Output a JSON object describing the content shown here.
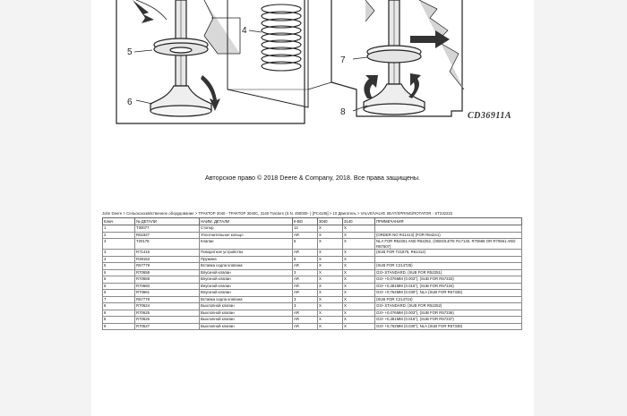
{
  "figure": {
    "callouts": [
      "5",
      "6",
      "4",
      "7",
      "8"
    ],
    "code": "CD36911A"
  },
  "copyright": "Авторское право © 2018 Deere & Company, 2018. Все права защищены.",
  "breadcrumb": "John Deere > Сельскохозяйственное оборудование > ТРАКТОР 3040 - ТРАКТОР 3040C, 3140 Tractors (S.N. 450000- ) [PC4106] > 10 Двигатель > VALVE/VALVE SEAT/SPRING/ROTATOR - ST232222",
  "table": {
    "headers": [
      "Ключ",
      "№ ДЕТАЛИ",
      "НАИМ. ДЕТАЛИ",
      "К-ВО",
      "3040",
      "3140",
      "ПРИМЕЧАНИЯ"
    ],
    "rows": [
      [
        "1",
        "T30077",
        "Стопор",
        "12",
        "X",
        "X",
        ""
      ],
      [
        "2",
        "R51927",
        "Уплотнительное кольцо",
        "AR",
        "X",
        "X",
        "(ORDER NO R41413) (FOR R64241)"
      ],
      [
        "3",
        "T20178",
        "Клапан",
        "6",
        "X",
        "X",
        "NLA FOR R52251 AND R52252, (OBSOLETE R17140, R70658 OR R70661 AND R87607)"
      ],
      [
        "3",
        "R71416",
        "Поворотное устройство",
        "AR",
        "X",
        "X",
        "(SUB FOR T21875, R61412)"
      ],
      [
        "4",
        "R39153",
        "Пружина",
        "6",
        "X",
        "X",
        ""
      ],
      [
        "5",
        "R57779",
        "Вставка седла клапана",
        "AR",
        "X",
        "X",
        "(SUB FOR C214725)"
      ],
      [
        "6",
        "R70658",
        "Впускной клапан",
        "3",
        "X",
        "X",
        "O3> STANDARD, (SUB FOR R52251)"
      ],
      [
        "6",
        "R70659",
        "Впускной клапан",
        "AR",
        "X",
        "X",
        "O3> +0,076MM (0.003\"), (SUB FOR R57333)"
      ],
      [
        "6",
        "R70660",
        "Впускной клапан",
        "AR",
        "X",
        "X",
        "O3> +0,381MM (0.015\"), (SUB FOR R57334)"
      ],
      [
        "6",
        "R70661",
        "Впускной клапан",
        "AR",
        "X",
        "X",
        "O3> +0,762MM (0.030\"), NLA (SUB FOR R57335)"
      ],
      [
        "7",
        "R57778",
        "Вставка седла клапана",
        "3",
        "X",
        "X",
        "(SUB FOR C214724)"
      ],
      [
        "8",
        "R70624",
        "Выхлопной клапан",
        "3",
        "X",
        "X",
        "O3> STANDARD, (SUB FOR R52252)"
      ],
      [
        "8",
        "R70625",
        "Выхлопной клапан",
        "AR",
        "X",
        "X",
        "O3> +0,076MM (0.003\"), (SUB FOR R57336)"
      ],
      [
        "8",
        "R70626",
        "Выхлопной клапан",
        "AR",
        "X",
        "X",
        "O3> +0,381MM (0.015\"), (SUB FOR R57337)"
      ],
      [
        "8",
        "R70627",
        "Выхлопной клапан",
        "AR",
        "X",
        "X",
        "O3> +0,762MM (0.030\"), NLA (SUB FOR R57338)"
      ]
    ]
  }
}
